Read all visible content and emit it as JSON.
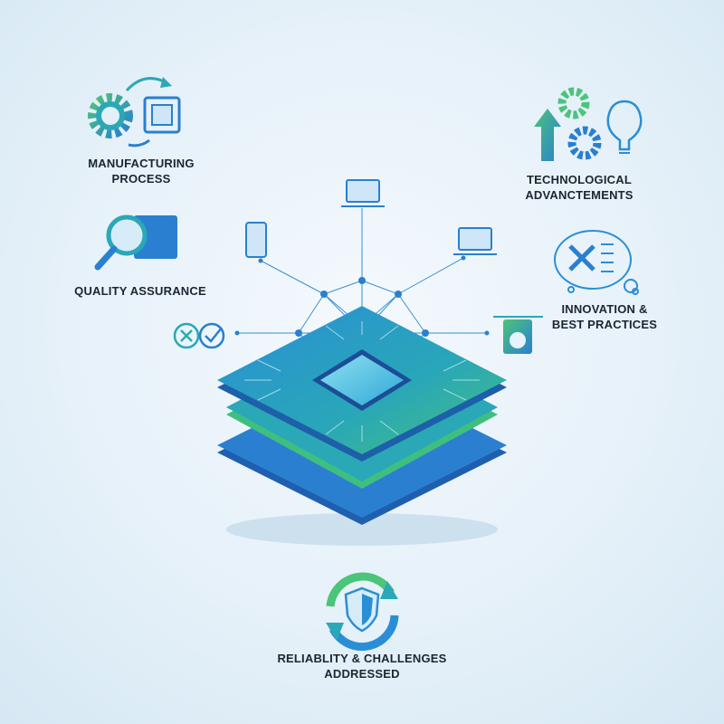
{
  "labels": {
    "manufacturing": [
      "MANUFACTURING",
      "PROCESS"
    ],
    "quality": [
      "QUALITY ASSURANCE"
    ],
    "technological": [
      "TECHNOLOGICAL",
      "ADVANCTEMENTS"
    ],
    "innovation": [
      "INNOVATION &",
      "BEST PRACTICES"
    ],
    "reliability": [
      "RELIABLITY & CHALLENGES",
      "ADDRESSED"
    ]
  },
  "icons": [
    "gears-chip-cycle-icon",
    "magnifier-circuit-icon",
    "gears-arrow-bulb-icon",
    "thought-bubble-tools-icon",
    "shield-refresh-icon",
    "laptop-icon",
    "smartphone-icon",
    "check-x-icon",
    "drone-washer-icon",
    "chip-stack-icon",
    "network-mesh-icon"
  ],
  "colors": {
    "blue": "#2a7fd0",
    "teal": "#2bb0b0",
    "green": "#4cc47a",
    "text": "#1c2530",
    "line": "#3c8fd0"
  }
}
